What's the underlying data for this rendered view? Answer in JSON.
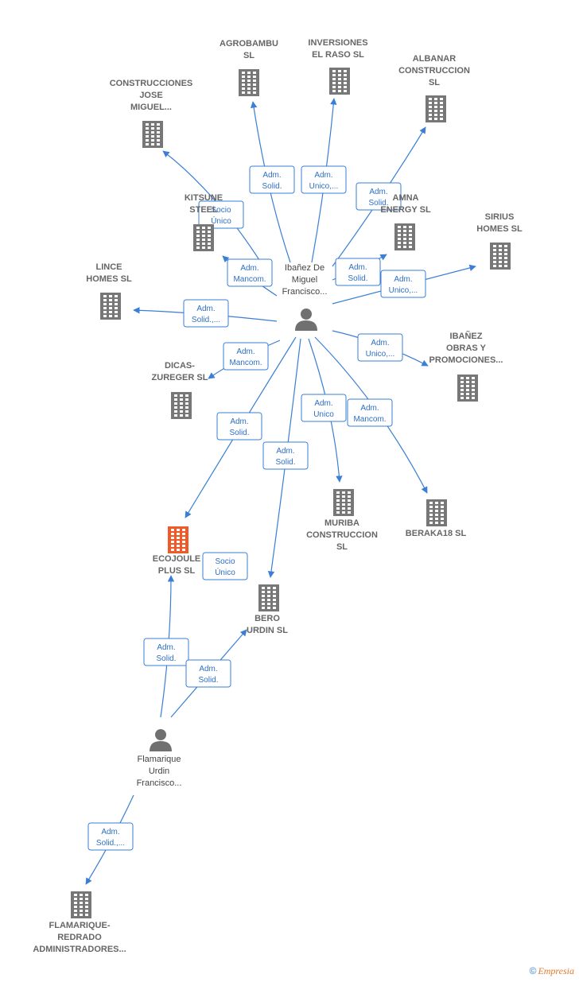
{
  "nodes": [
    {
      "id": "agrobambu",
      "type": "company",
      "lines": [
        "AGROBAMBU",
        "SL"
      ]
    },
    {
      "id": "inversiones",
      "type": "company",
      "lines": [
        "INVERSIONES",
        "EL RASO SL"
      ]
    },
    {
      "id": "albanar",
      "type": "company",
      "lines": [
        "ALBANAR",
        "CONSTRUCCION",
        "SL"
      ]
    },
    {
      "id": "construcciones",
      "type": "company",
      "lines": [
        "CONSTRUCCIONES",
        "JOSE",
        "MIGUEL..."
      ]
    },
    {
      "id": "kitsune",
      "type": "company",
      "lines": [
        "KITSUNE",
        "STEEL"
      ]
    },
    {
      "id": "amna",
      "type": "company",
      "lines": [
        "AMNA",
        "ENERGY SL"
      ]
    },
    {
      "id": "sirius",
      "type": "company",
      "lines": [
        "SIRIUS",
        "HOMES SL"
      ]
    },
    {
      "id": "lince",
      "type": "company",
      "lines": [
        "LINCE",
        "HOMES SL"
      ]
    },
    {
      "id": "ibanez_obras",
      "type": "company",
      "lines": [
        "IBAÑEZ",
        "OBRAS Y",
        "PROMOCIONES..."
      ]
    },
    {
      "id": "dicas",
      "type": "company",
      "lines": [
        "DICAS-",
        "ZUREGER SL"
      ]
    },
    {
      "id": "muriba",
      "type": "company",
      "lines": [
        "MURIBA",
        "CONSTRUCCION",
        "SL"
      ]
    },
    {
      "id": "beraka",
      "type": "company",
      "lines": [
        "BERAKA18 SL"
      ]
    },
    {
      "id": "ecojoule",
      "type": "company_active",
      "lines": [
        "ECOJOULE",
        "PLUS SL"
      ]
    },
    {
      "id": "bero",
      "type": "company",
      "lines": [
        "BERO",
        "URDIN SL"
      ]
    },
    {
      "id": "flamarique_redrado",
      "type": "company",
      "lines": [
        "FLAMARIQUE-",
        "REDRADO",
        "ADMINISTRADORES..."
      ]
    },
    {
      "id": "ibanez_person",
      "type": "person",
      "lines": [
        "Ibañez De",
        "Miguel",
        "Francisco..."
      ]
    },
    {
      "id": "flamarique_person",
      "type": "person",
      "lines": [
        "Flamarique",
        "Urdin",
        "Francisco..."
      ]
    }
  ],
  "edges": [
    {
      "from": "ibanez_person",
      "to": "agrobambu",
      "label": [
        "Adm.",
        "Solid."
      ]
    },
    {
      "from": "ibanez_person",
      "to": "inversiones",
      "label": [
        "Adm.",
        "Unico,..."
      ]
    },
    {
      "from": "ibanez_person",
      "to": "albanar",
      "label": [
        "Adm.",
        "Solid."
      ]
    },
    {
      "from": "ibanez_person",
      "to": "construcciones",
      "label": [
        "Socio",
        "Único"
      ]
    },
    {
      "from": "ibanez_person",
      "to": "kitsune",
      "label": [
        "Adm.",
        "Mancom."
      ]
    },
    {
      "from": "ibanez_person",
      "to": "amna",
      "label": [
        "Adm.",
        "Solid."
      ]
    },
    {
      "from": "ibanez_person",
      "to": "sirius",
      "label": [
        "Adm.",
        "Unico,..."
      ]
    },
    {
      "from": "ibanez_person",
      "to": "lince",
      "label": [
        "Adm.",
        "Solid.,..."
      ]
    },
    {
      "from": "ibanez_person",
      "to": "ibanez_obras",
      "label": [
        "Adm.",
        "Unico,..."
      ]
    },
    {
      "from": "ibanez_person",
      "to": "dicas",
      "label": [
        "Adm.",
        "Mancom."
      ]
    },
    {
      "from": "ibanez_person",
      "to": "ecojoule",
      "label": [
        "Adm.",
        "Solid."
      ]
    },
    {
      "from": "ibanez_person",
      "to": "bero",
      "label": [
        "Adm.",
        "Solid."
      ]
    },
    {
      "from": "ibanez_person",
      "to": "muriba",
      "label": [
        "Adm.",
        "Unico"
      ]
    },
    {
      "from": "ibanez_person",
      "to": "beraka",
      "label": [
        "Adm.",
        "Mancom."
      ]
    },
    {
      "from": "flamarique_person",
      "to": "ecojoule",
      "label": [
        "Adm.",
        "Solid."
      ]
    },
    {
      "from": "flamarique_person",
      "to": "bero",
      "label": [
        "Adm.",
        "Solid."
      ]
    },
    {
      "from": "flamarique_person",
      "to": "flamarique_redrado",
      "label": [
        "Adm.",
        "Solid.,..."
      ]
    },
    {
      "from": "ecojoule",
      "to": "bero",
      "label": [
        "Socio",
        "Único"
      ]
    }
  ],
  "footer": {
    "copyright": "©",
    "brand": "Empresia"
  },
  "colors": {
    "edge": "#3a7fd5",
    "company_icon": "#777777",
    "active_icon": "#f05a28",
    "person_icon": "#707070"
  }
}
